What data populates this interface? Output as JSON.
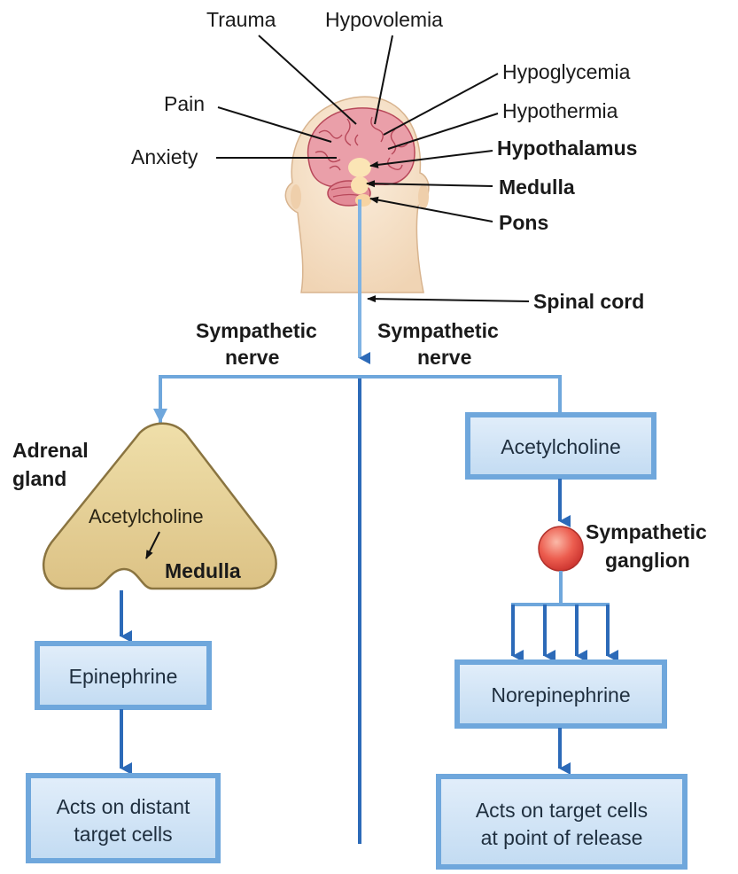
{
  "stimuli": {
    "trauma": "Trauma",
    "hypovolemia": "Hypovolemia",
    "hypoglycemia": "Hypoglycemia",
    "pain": "Pain",
    "hypothermia": "Hypothermia",
    "anxiety": "Anxiety"
  },
  "brain_parts": {
    "hypothalamus": "Hypothalamus",
    "medulla": "Medulla",
    "pons": "Pons",
    "spinal_cord": "Spinal cord"
  },
  "nerves": {
    "left_line1": "Sympathetic",
    "left_line2": "nerve",
    "right_line1": "Sympathetic",
    "right_line2": "nerve"
  },
  "adrenal": {
    "title_line1": "Adrenal",
    "title_line2": "gland",
    "acetylcholine": "Acetylcholine",
    "medulla": "Medulla"
  },
  "left_path": {
    "epinephrine": "Epinephrine",
    "result_line1": "Acts on distant",
    "result_line2": "target cells"
  },
  "right_path": {
    "acetylcholine": "Acetylcholine",
    "ganglion_line1": "Sympathetic",
    "ganglion_line2": "ganglion",
    "norepinephrine": "Norepinephrine",
    "result_line1": "Acts on target cells",
    "result_line2": "at point of release"
  },
  "colors": {
    "nerve_blue": "#5b9bd5",
    "box_fill": "#cfe3f5",
    "box_border": "#6fa7dc",
    "gland_fill": "#e8d49a",
    "gland_border": "#8a7440",
    "ganglion_red": "#e8413c",
    "brain_pink": "#e9a3ac",
    "skin": "#f6dfc6"
  }
}
